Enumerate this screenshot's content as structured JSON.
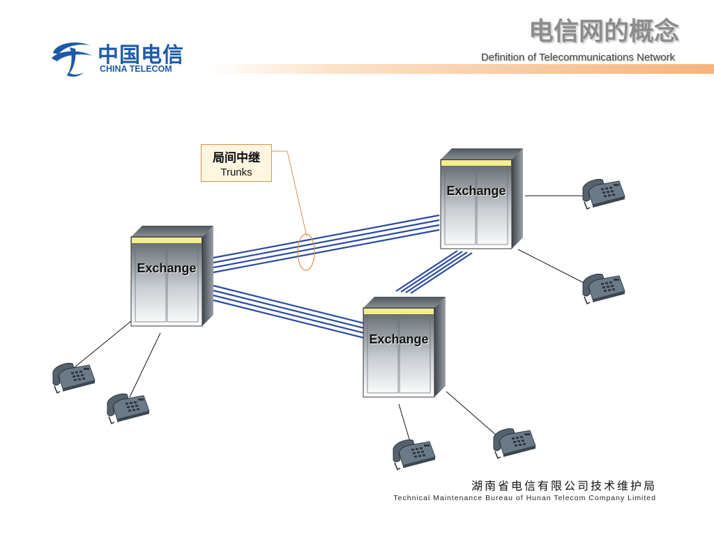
{
  "header": {
    "title_cn": "电信网的概念",
    "title_en": "Definition of Telecommunications Network"
  },
  "logo": {
    "name_cn": "中国电信",
    "name_en": "CHINA TELECOM"
  },
  "diagram": {
    "trunk_callout": {
      "label_cn": "局间中继",
      "label_en": "Trunks"
    },
    "exchanges": [
      {
        "id": "left",
        "label": "Exchange"
      },
      {
        "id": "top-right",
        "label": "Exchange"
      },
      {
        "id": "bottom-middle",
        "label": "Exchange"
      }
    ],
    "telephone_count": 6
  },
  "footer": {
    "org_cn": "湖南省电信有限公司技术维护局",
    "org_en": "Technical Maintenance Bureau of Hunan Telecom Company Limited"
  },
  "colors": {
    "brand_blue": "#1d5aa6",
    "trunk_line": "#2a4aa0",
    "accent_orange": "#f5b47c",
    "callout_border": "#d9904a",
    "exchange_top": "#f5ee8a"
  }
}
